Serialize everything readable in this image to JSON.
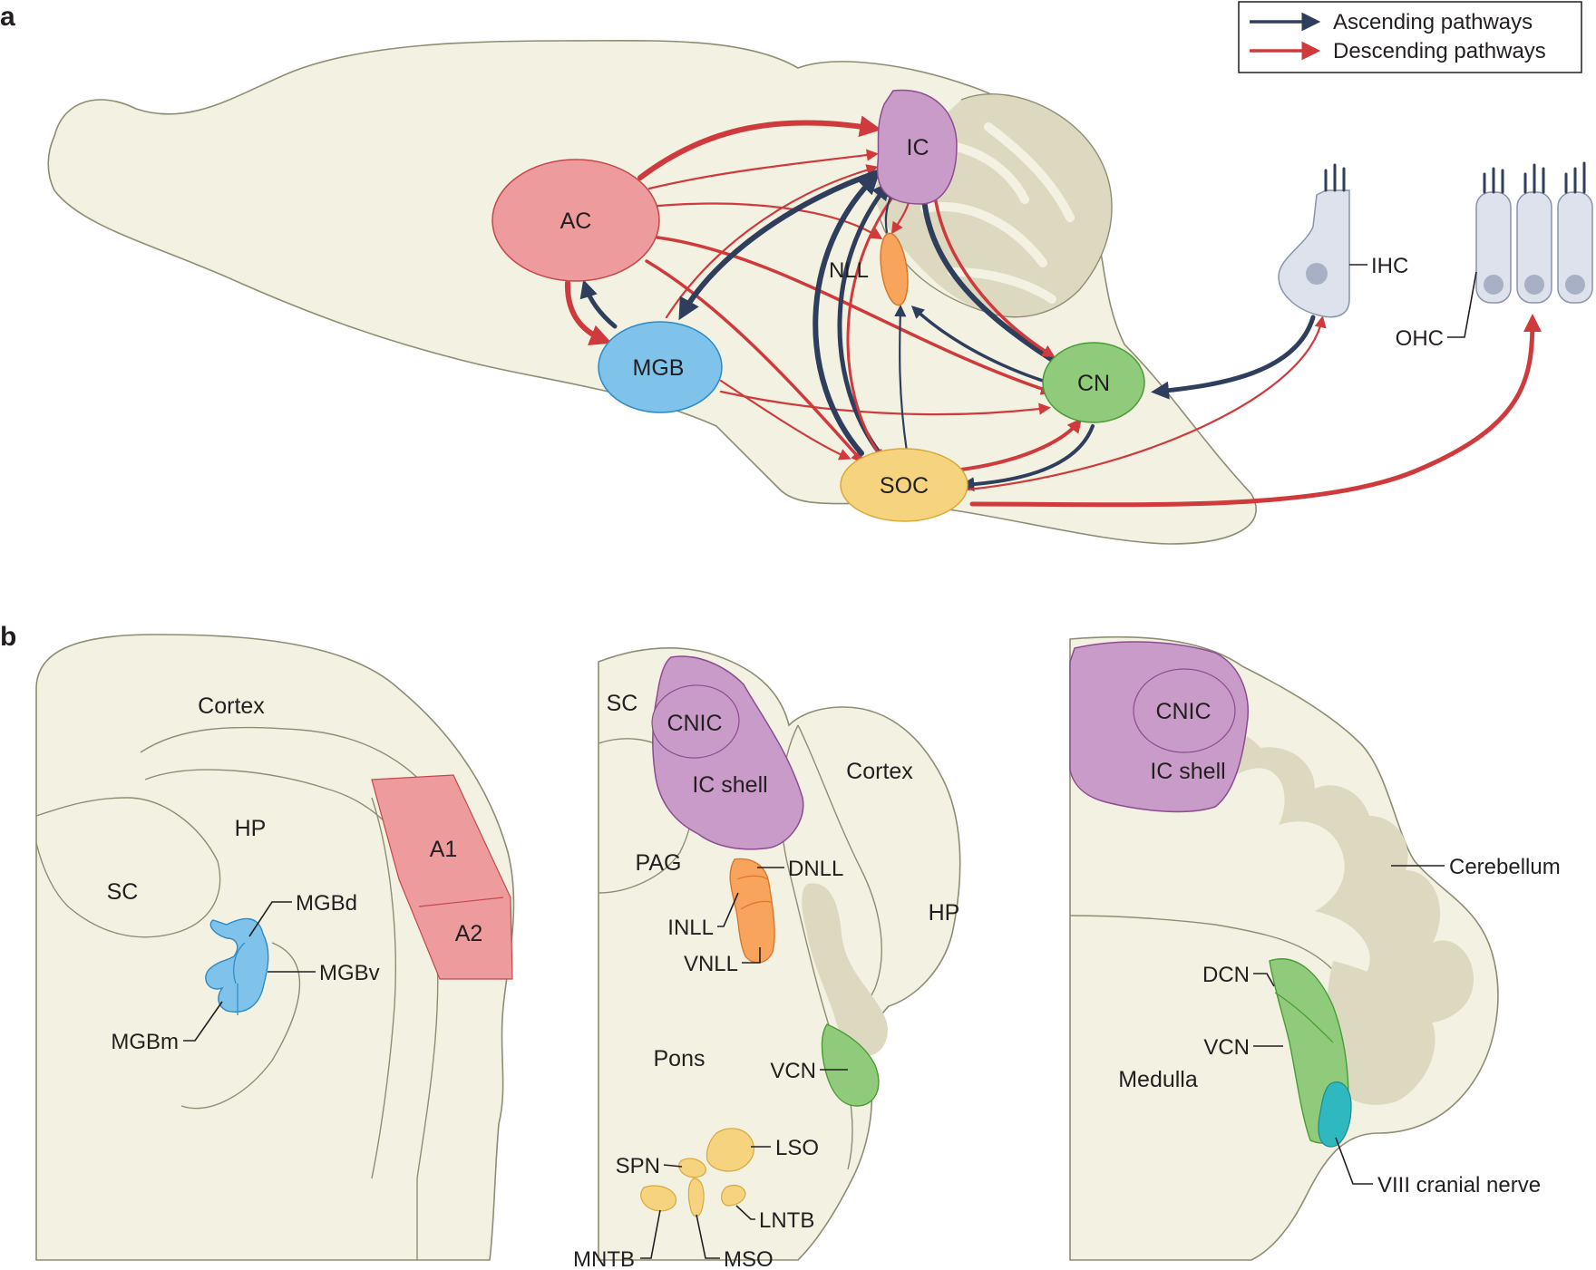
{
  "panels": {
    "a": "a",
    "b": "b"
  },
  "legend": {
    "ascending": "Ascending pathways",
    "descending": "Descending pathways"
  },
  "colors": {
    "ascending": "#2e3e5c",
    "descending": "#cf3a3c",
    "AC": "#ee9b9d",
    "MGB": "#7fc2ea",
    "IC": "#c99bc9",
    "NLL": "#f8a45c",
    "CN": "#8fcb7a",
    "SOC": "#f6d47f",
    "hair_cell": "#dde2ec",
    "brain": "#f3f1e2",
    "white_matter": "#dcd9c0"
  },
  "panel_a": {
    "nuclei": {
      "AC": "AC",
      "MGB": "MGB",
      "IC": "IC",
      "NLL": "NLL",
      "CN": "CN",
      "SOC": "SOC"
    },
    "hair_cells": {
      "IHC": "IHC",
      "OHC": "OHC"
    }
  },
  "panel_b": {
    "section1": {
      "cortex": "Cortex",
      "hp": "HP",
      "sc": "SC",
      "a1": "A1",
      "a2": "A2",
      "mgbd": "MGBd",
      "mgbv": "MGBv",
      "mgbm": "MGBm"
    },
    "section2": {
      "sc": "SC",
      "cnic": "CNIC",
      "ic_shell": "IC shell",
      "cortex": "Cortex",
      "pag": "PAG",
      "dnll": "DNLL",
      "inll": "INLL",
      "vnll": "VNLL",
      "hp": "HP",
      "pons": "Pons",
      "vcn": "VCN",
      "lso": "LSO",
      "spn": "SPN",
      "lntb": "LNTB",
      "mntb": "MNTB",
      "mso": "MSO"
    },
    "section3": {
      "cnic": "CNIC",
      "ic_shell": "IC shell",
      "cerebellum": "Cerebellum",
      "dcn": "DCN",
      "vcn": "VCN",
      "medulla": "Medulla",
      "viii_nerve": "VIII cranial nerve"
    }
  }
}
